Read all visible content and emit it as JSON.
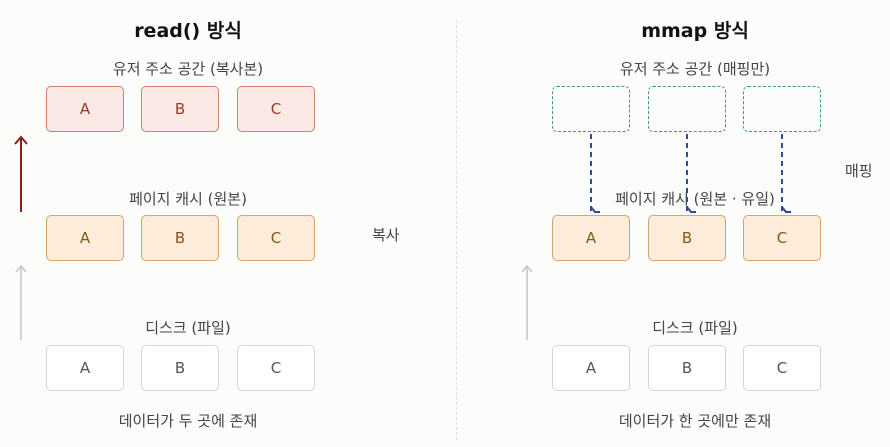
{
  "left": {
    "title": "read() 방식",
    "user_label": "유저 주소 공간 (복사본)",
    "cache_label": "페이지 캐시 (원본)",
    "disk_label": "디스크 (파일)",
    "footer": "데이터가 두 곳에 존재",
    "side_label": "복사",
    "user_blocks": [
      "A",
      "B",
      "C"
    ],
    "cache_blocks": [
      "A",
      "B",
      "C"
    ],
    "disk_blocks": [
      "A",
      "B",
      "C"
    ]
  },
  "right": {
    "title": "mmap 방식",
    "user_label": "유저 주소 공간 (매핑만)",
    "cache_label": "페이지 캐시 (원본 · 유일)",
    "disk_label": "디스크 (파일)",
    "footer": "데이터가 한 곳에만 존재",
    "side_label": "매핑",
    "cache_blocks": [
      "A",
      "B",
      "C"
    ],
    "disk_blocks": [
      "A",
      "B",
      "C"
    ]
  },
  "colors": {
    "copy_arrow": "#8b1a1a",
    "map_arrow": "#2a4a9a",
    "disk_arrow": "#c4c4c4"
  }
}
